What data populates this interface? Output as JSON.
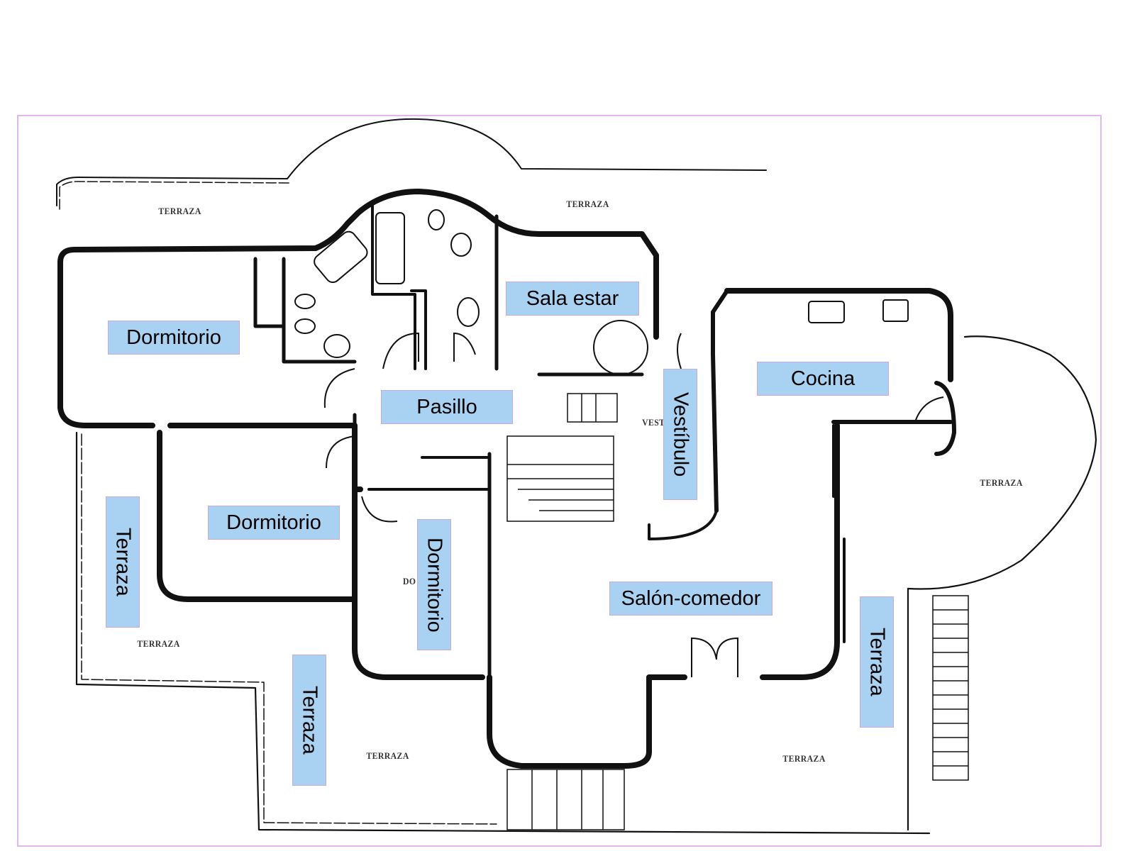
{
  "rooms": {
    "dormitorio_1": "Dormitorio",
    "dormitorio_2": "Dormitorio",
    "dormitorio_3": "Dormitorio",
    "pasillo": "Pasillo",
    "sala_estar": "Sala estar",
    "vestibulo": "Vestíbulo",
    "cocina": "Cocina",
    "salon_comedor": "Salón-comedor",
    "terraza_left": "Terraza",
    "terraza_bottom": "Terraza",
    "terraza_right": "Terraza"
  },
  "stamps": {
    "terraza_nw": "TERRAZA",
    "terraza_n": "TERRAZA",
    "terraza_e": "TERRAZA",
    "terraza_sw": "TERRAZA",
    "terraza_s": "TERRAZA",
    "terraza_se": "TERRAZA",
    "vestib": "VESTI",
    "dorm_small": "DO"
  },
  "colors": {
    "label_fill": "#a9d2f2",
    "label_border": "#c9a9e0",
    "frame": "#e2b8ec",
    "wall": "#111111"
  }
}
